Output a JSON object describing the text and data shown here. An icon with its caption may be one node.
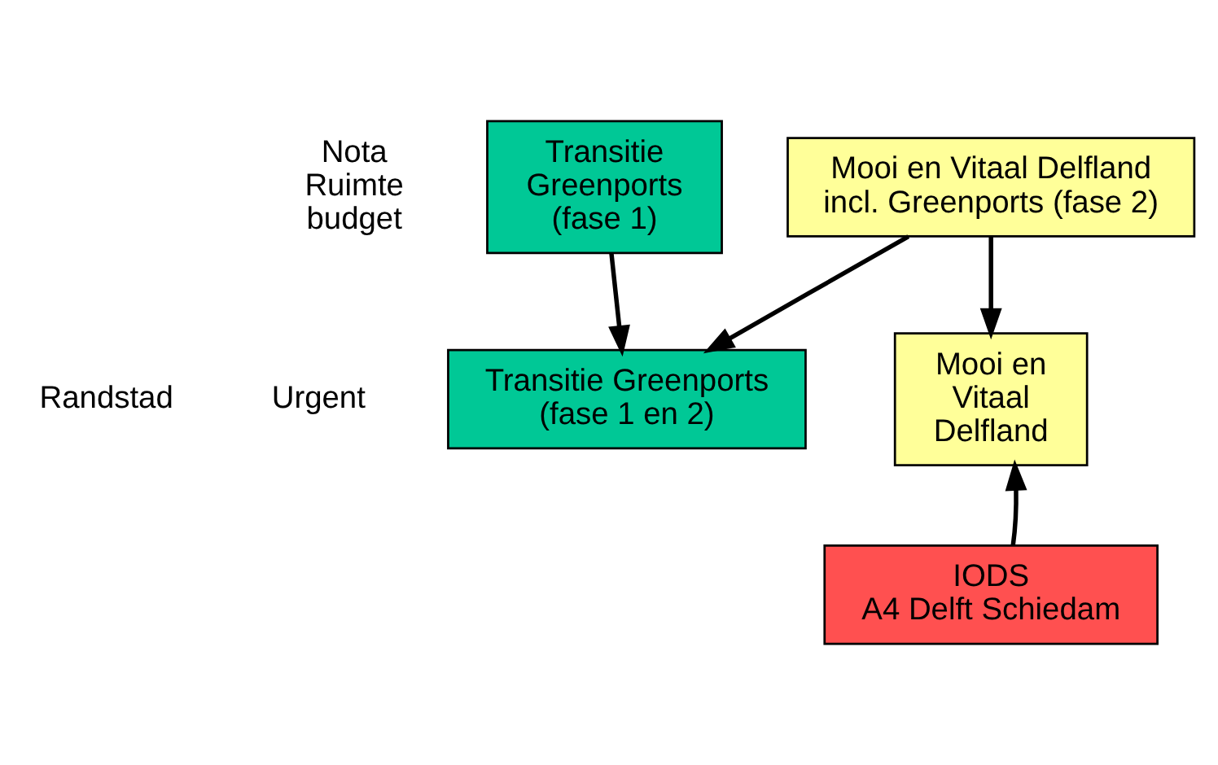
{
  "diagram": {
    "nodes": [
      {
        "text": [
          "Transitie Greenports (fase 1)"
        ]
      },
      {
        "text": [
          "Mooi en Vitaal Delfland incl. Greenports (fase 2)"
        ]
      },
      {
        "text": [
          "Transitie Greenports (fase 1 en 2)"
        ]
      },
      {
        "text": [
          "Mooi en Vitaal Delfland"
        ]
      },
      {
        "text": [
          "IODS A4 Delft Schiedam"
        ]
      }
    ],
    "edges": [
      {
        "from": 0,
        "to": 2,
        "arrow": "to"
      },
      {
        "from": 1,
        "to": 2,
        "arrow": "to"
      },
      {
        "from": 1,
        "to": 3,
        "arrow": "to"
      },
      {
        "from": 4,
        "to": 3,
        "arrow": "to"
      }
    ],
    "labels": [
      "Nota Ruimte budget",
      "Randstad",
      "Urgent"
    ]
  }
}
